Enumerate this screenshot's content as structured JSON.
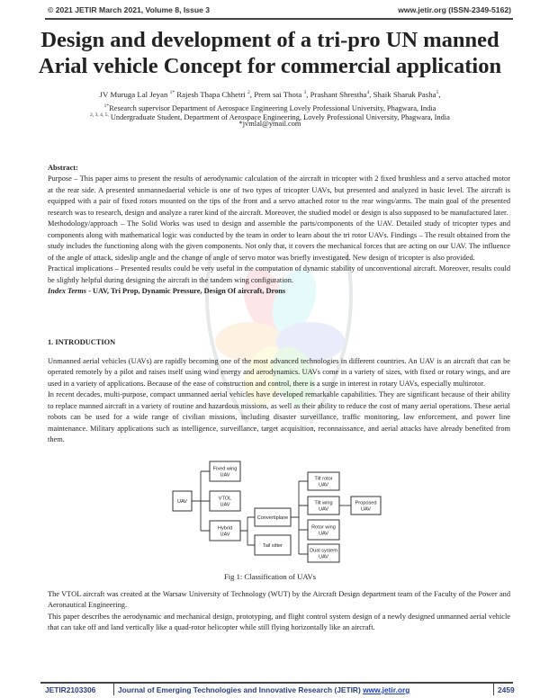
{
  "header": {
    "left": "© 2021 JETIR March 2021, Volume 8, Issue 3",
    "right": "www.jetir.org (ISSN-2349-5162)"
  },
  "title": {
    "line1": "Design and development of a tri-pro UN manned",
    "line2": "Arial vehicle Concept for commercial application"
  },
  "authors": [
    {
      "name": "JV Muruga Lal Jeyan",
      "mark": "1*"
    },
    {
      "name": "Rajesh Thapa Chhetri",
      "mark": "2"
    },
    {
      "name": "Prem sai Thota",
      "mark": "3"
    },
    {
      "name": "Prashant Shrestha",
      "mark": "4"
    },
    {
      "name": "Shaik Sharuk Pasha",
      "mark": "5"
    }
  ],
  "affiliations": [
    {
      "mark": "1*",
      "text": "Research supervisor  Department of Aerospace Engineering Lovely Professional University, Phagwara, India"
    },
    {
      "mark": "2, 3, 4, 5,",
      "text": " Undergraduate Student, Department of Aerospace Engineering,  Lovely Professional University, Phagwara, India"
    }
  ],
  "email": "*jvmlal@ymail.com",
  "abstract": {
    "heading": "Abstract:",
    "purpose": "Purpose – This paper aims to present the results of aerodynamic calculation of the aircraft in tricopter with 2 fixed brushless and a servo attached motor at the rear side. A presented unmannedaerial vehicle is one of two types of tricopter UAVs, but presented and analyzed in basic level. The aircraft is equipped with a pair of fixed rotors mounted on the tips of the front and a servo attached rotor to the rear wings/arms. The main goal of the presented research was to research, design and analyze a rarer kind of the aircraft. Moreover, the studied model or design is also supposed to be manufactured later.",
    "methodology": "Methodology/approach – The Solid Works was used to design and assemble the parts/components of the UAV. Detailed study of tricopter types and components along with mathematical logic was conducted by the team in order to learn about the tri rotor UAVs. Findings – The result obtained from the study includes the functioning along with the given components. Not only that, it covers the mechanical forces that are acting on our UAV. The influence of the angle of attack, sideslip angle and the change of angle of servo motor was briefly investigated. New design of tricopter is also provided.",
    "implications": "Practical implications – Presented results could be very useful in the computation of dynamic stability of unconventional aircraft. Moreover, results could be slightly helpful during designing the aircraft in the tandem wing configuration.",
    "index_label": "Index Terms",
    "index_terms": " - UAV, Tri Prop, Dynamic Pressure, Design Of aircraft, Drons"
  },
  "introduction": {
    "heading": "1. INTRODUCTION",
    "p1": "Unmanned aerial vehicles (UAVs) are rapidly becoming one of the most advanced technologies in different countries. An UAV is an aircraft that can be operated remotely by a pilot and raises itself using wind energy and aerodynamics. UAVs come in a variety of sizes, with fixed or rotary wings, and are used in a variety of applications. Because of the ease of construction and control, there is a surge in interest in rotary UAVs, especially multirotor.",
    "p2": "In recent decades, multi-purpose, compact unmanned aerial vehicles have developed remarkable capabilities. They are significant because of their ability to replace manned aircraft in a variety of routine and hazardous missions, as well as their ability to reduce the cost of many aerial operations. These aerial robots can be used for a wide range of civilian missions, including disaster surveillance, traffic monitoring, law enforcement, and power line maintenance. Military applications such as intelligence, surveillance, target acquisition, reconnaissance, and aerial attacks have already benefited from them.",
    "p3": "The VTOL aircraft was created at the Warsaw University of Technology (WUT) by the Aircraft Design department team of the Faculty of the Power and Aeronautical Engineering.",
    "p4": "This paper describes the aerodynamic and mechanical design, prototyping, and flight control system design of a newly designed unmanned aerial vehicle that can take off and land vertically like a quad-rotor helicopter while still flying horizontally like an aircraft."
  },
  "figure": {
    "caption": "Fig 1: Classification of UAVs",
    "nodes": {
      "uav": [
        "UAV"
      ],
      "fixed": [
        "Fixed wing",
        "UAV"
      ],
      "vtol": [
        "VTOL",
        "UAV"
      ],
      "hybrid": [
        "Hybrid",
        "UAV"
      ],
      "convertiplane": [
        "Convertiplane"
      ],
      "tailsitter": [
        "Tail sitter"
      ],
      "tiltrotor": [
        "Tilt rotor",
        "UAV"
      ],
      "tiltwing": [
        "Tilt wing",
        "UAV"
      ],
      "rotorwing": [
        "Rotor wing",
        "UAV"
      ],
      "dualsystem": [
        "Dual system",
        "UAV"
      ],
      "proposed": [
        "Proposed",
        "UAV"
      ]
    }
  },
  "footer": {
    "id": "JETIR2103306",
    "journal": "Journal of Emerging Technologies and Innovative Research (JETIR)",
    "link": "www.jetir.org",
    "page": "2459"
  },
  "colors": {
    "footer_text": "#2a3f7a",
    "link": "#1a3fbf"
  }
}
